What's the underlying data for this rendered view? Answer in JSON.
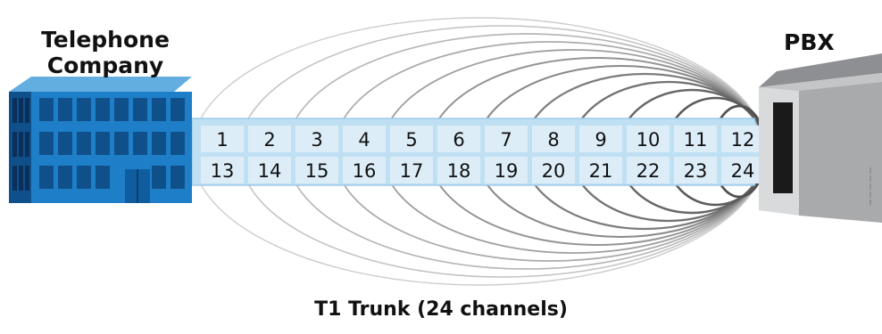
{
  "telephone_company": {
    "line1": "Telephone",
    "line2": "Company"
  },
  "pbx": {
    "label": "PBX"
  },
  "trunk": {
    "label": "T1 Trunk (24 channels)",
    "top_row": [
      "1",
      "2",
      "3",
      "4",
      "5",
      "6",
      "7",
      "8",
      "9",
      "10",
      "11",
      "12"
    ],
    "bottom_row": [
      "13",
      "14",
      "15",
      "16",
      "17",
      "18",
      "19",
      "20",
      "21",
      "22",
      "23",
      "24"
    ]
  },
  "colors": {
    "band": "#bfe0f3",
    "band_edge": "#9dcbe8",
    "cell": "#dcedf8",
    "building": "#1e7fc8",
    "building_dark": "#10508a",
    "window": "#0b2f5a",
    "pbx_front": "#d7d8da",
    "pbx_side": "#9c9d9f"
  }
}
